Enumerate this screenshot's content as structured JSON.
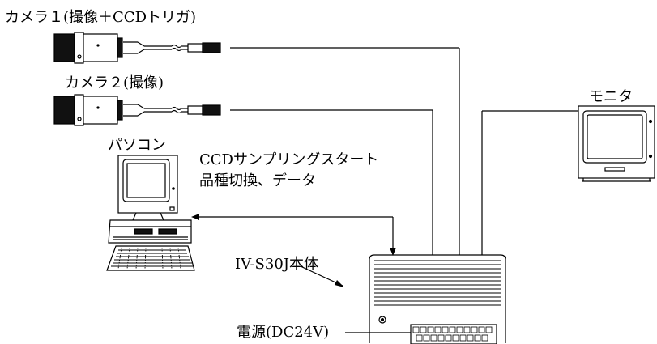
{
  "labels": {
    "camera1": "カメラ１(撮像＋CCDトリガ)",
    "camera2": "カメラ２(撮像)",
    "monitor": "モニタ",
    "pc": "パソコン",
    "comm_line1": "CCDサンプリングスタート",
    "comm_line2": "品種切換、データ",
    "controller": "IV-S30J本体",
    "power": "電源(DC24V)"
  }
}
